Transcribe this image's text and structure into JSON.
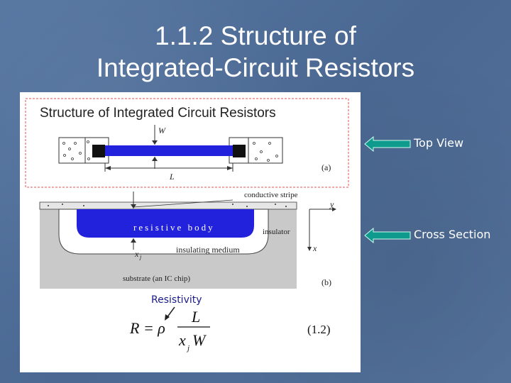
{
  "slide": {
    "title_line1": "1.1.2 Structure of",
    "title_line2": "Integrated-Circuit Resistors"
  },
  "figure": {
    "heading": "Structure of Integrated Circuit Resistors",
    "top_view": {
      "w_label": "W",
      "l_label": "L",
      "panel_tag": "(a)"
    },
    "cross_section": {
      "conductive_stripe": "conductive stripe",
      "resistive_body": "resistive body",
      "insulator": "insulator",
      "insulating_medium": "insulating medium",
      "xj_label": "x",
      "xj_sub": "j",
      "substrate": "substrate (an IC chip)",
      "y_axis": "y",
      "x_axis": "x",
      "panel_tag": "(b)"
    },
    "equation": {
      "resistivity_label": "Resistivity",
      "lhs": "R = ρ",
      "numerator": "L",
      "denominator_x": "x",
      "denominator_sub": "j",
      "denominator_w": "W",
      "number": "(1.2)"
    }
  },
  "callouts": {
    "top_view": "Top View",
    "cross_section": "Cross Section"
  },
  "colors": {
    "background": "#4d6d98",
    "resistor_blue": "#2222dd",
    "arrow_fill": "#0e9a8c",
    "frame_red": "#e05050"
  }
}
